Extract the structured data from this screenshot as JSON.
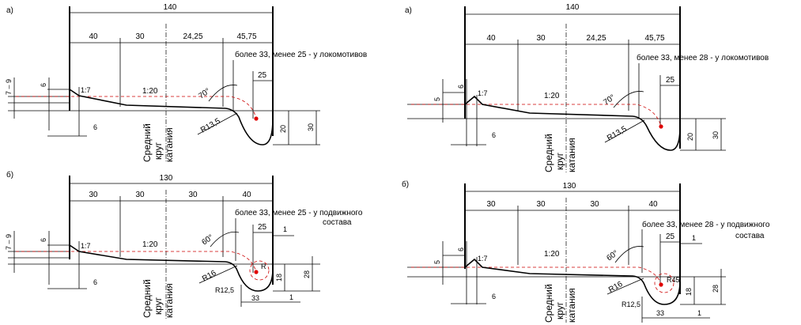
{
  "panels": {
    "tl": {
      "label": "а)",
      "total": "140",
      "dims": [
        "40",
        "30",
        "24,25",
        "45,75"
      ],
      "note": "более 33, менее 25 - у локомотивов",
      "dim25": "25",
      "angle": "70°",
      "radius": "R13,5",
      "slope1": "1:7",
      "slope2": "1:20",
      "d79": "7 – 9",
      "d6": "6",
      "d6b": "6",
      "d20": "20",
      "d30": "30",
      "circle": [
        "Средний",
        "круг",
        "катания"
      ]
    },
    "tr": {
      "label": "а)",
      "total": "140",
      "dims": [
        "40",
        "30",
        "24,25",
        "45,75"
      ],
      "note": "более 33, менее 28 - у локомотивов",
      "dim25": "25",
      "angle": "70°",
      "radius": "R13,5",
      "slope1": "1:7",
      "slope2": "1:20",
      "d5": "5",
      "d6": "6",
      "d6b": "6",
      "d20": "20",
      "d30": "30",
      "circle": [
        "Средний",
        "круг",
        "катания"
      ]
    },
    "bl": {
      "label": "б)",
      "total": "130",
      "dims": [
        "30",
        "30",
        "30",
        "40"
      ],
      "note1": "более 33, менее 25 - у подвижного",
      "note2": "состава",
      "dim25": "25",
      "angle": "60°",
      "radius": "R16",
      "radius2": "R12,5",
      "r": "R",
      "slope1": "1:7",
      "slope2": "1:20",
      "d79": "7 – 9",
      "d6": "6",
      "d6b": "6",
      "d1a": "1",
      "d1b": "1",
      "d18": "18",
      "d28": "28",
      "d33": "33",
      "circle": [
        "Средний",
        "круг",
        "катания"
      ]
    },
    "br": {
      "label": "б)",
      "total": "130",
      "dims": [
        "30",
        "30",
        "30",
        "40"
      ],
      "note1": "более 33, менее 28 - у подвижного",
      "note2": "состава",
      "dim25": "25",
      "angle": "60°",
      "radius": "R16",
      "radius2": "R12,5",
      "r": "R45",
      "slope1": "1:7",
      "slope2": "1:20",
      "d5": "5",
      "d6": "6",
      "d6b": "6",
      "d1a": "1",
      "d1b": "1",
      "d18": "18",
      "d28": "28",
      "d33": "33",
      "circle": [
        "Средний",
        "круг",
        "катания"
      ]
    }
  }
}
